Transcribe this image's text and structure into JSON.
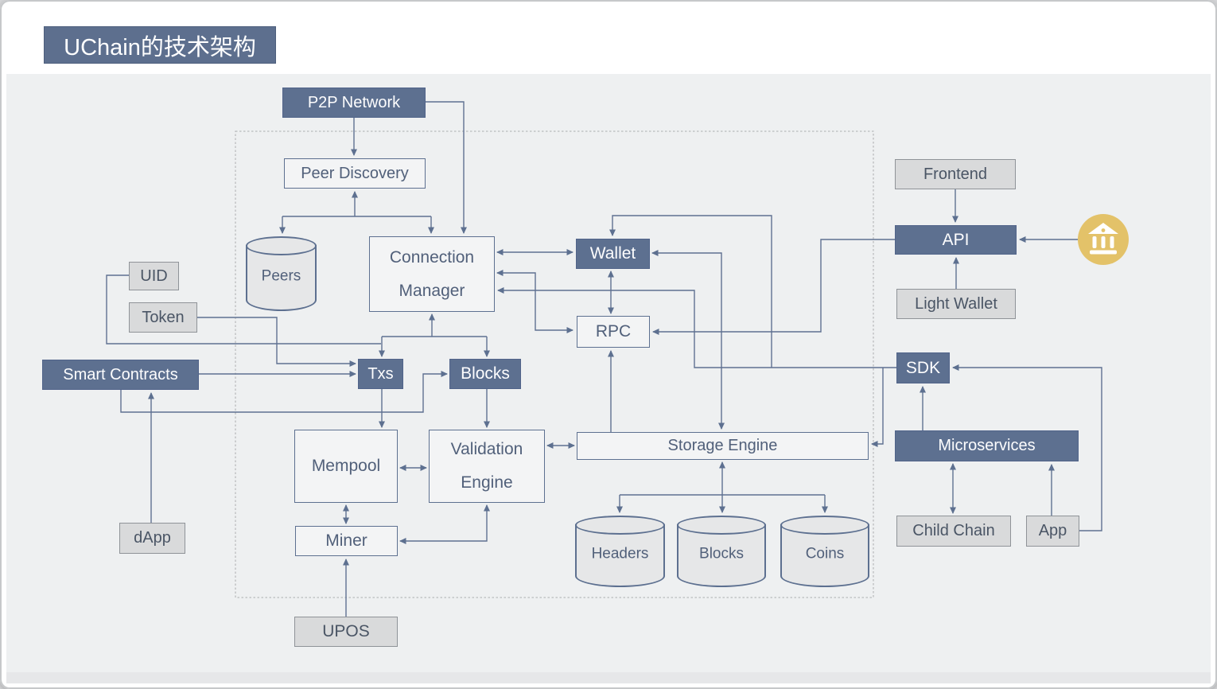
{
  "title": {
    "label": "UChain的技术架构"
  },
  "colors": {
    "slate": "#5d7090",
    "canvas": "#eef0f1",
    "gold": "#e3c269",
    "light-fill": "#d9dadb",
    "white-fill": "#f3f4f5"
  },
  "nodes": {
    "p2p_network": {
      "label": "P2P Network"
    },
    "peer_discovery": {
      "label": "Peer Discovery"
    },
    "peers": {
      "label": "Peers"
    },
    "connection_manager": {
      "label": "Connection Manager"
    },
    "wallet": {
      "label": "Wallet"
    },
    "rpc": {
      "label": "RPC"
    },
    "frontend": {
      "label": "Frontend"
    },
    "api": {
      "label": "API"
    },
    "light_wallet": {
      "label": "Light Wallet"
    },
    "uid": {
      "label": "UID"
    },
    "token": {
      "label": "Token"
    },
    "smart_contracts": {
      "label": "Smart Contracts"
    },
    "txs": {
      "label": "Txs"
    },
    "blocks": {
      "label": "Blocks"
    },
    "mempool": {
      "label": "Mempool"
    },
    "validation_engine": {
      "label": "Validation Engine"
    },
    "storage_engine": {
      "label": "Storage Engine"
    },
    "sdk": {
      "label": "SDK"
    },
    "microservices": {
      "label": "Microservices"
    },
    "child_chain": {
      "label": "Child Chain"
    },
    "app": {
      "label": "App"
    },
    "headers_db": {
      "label": "Headers"
    },
    "blocks_db": {
      "label": "Blocks"
    },
    "coins_db": {
      "label": "Coins"
    },
    "miner": {
      "label": "Miner"
    },
    "dapp": {
      "label": "dApp"
    },
    "upos": {
      "label": "UPOS"
    }
  },
  "icons": {
    "bank": "bank-institution-icon"
  }
}
